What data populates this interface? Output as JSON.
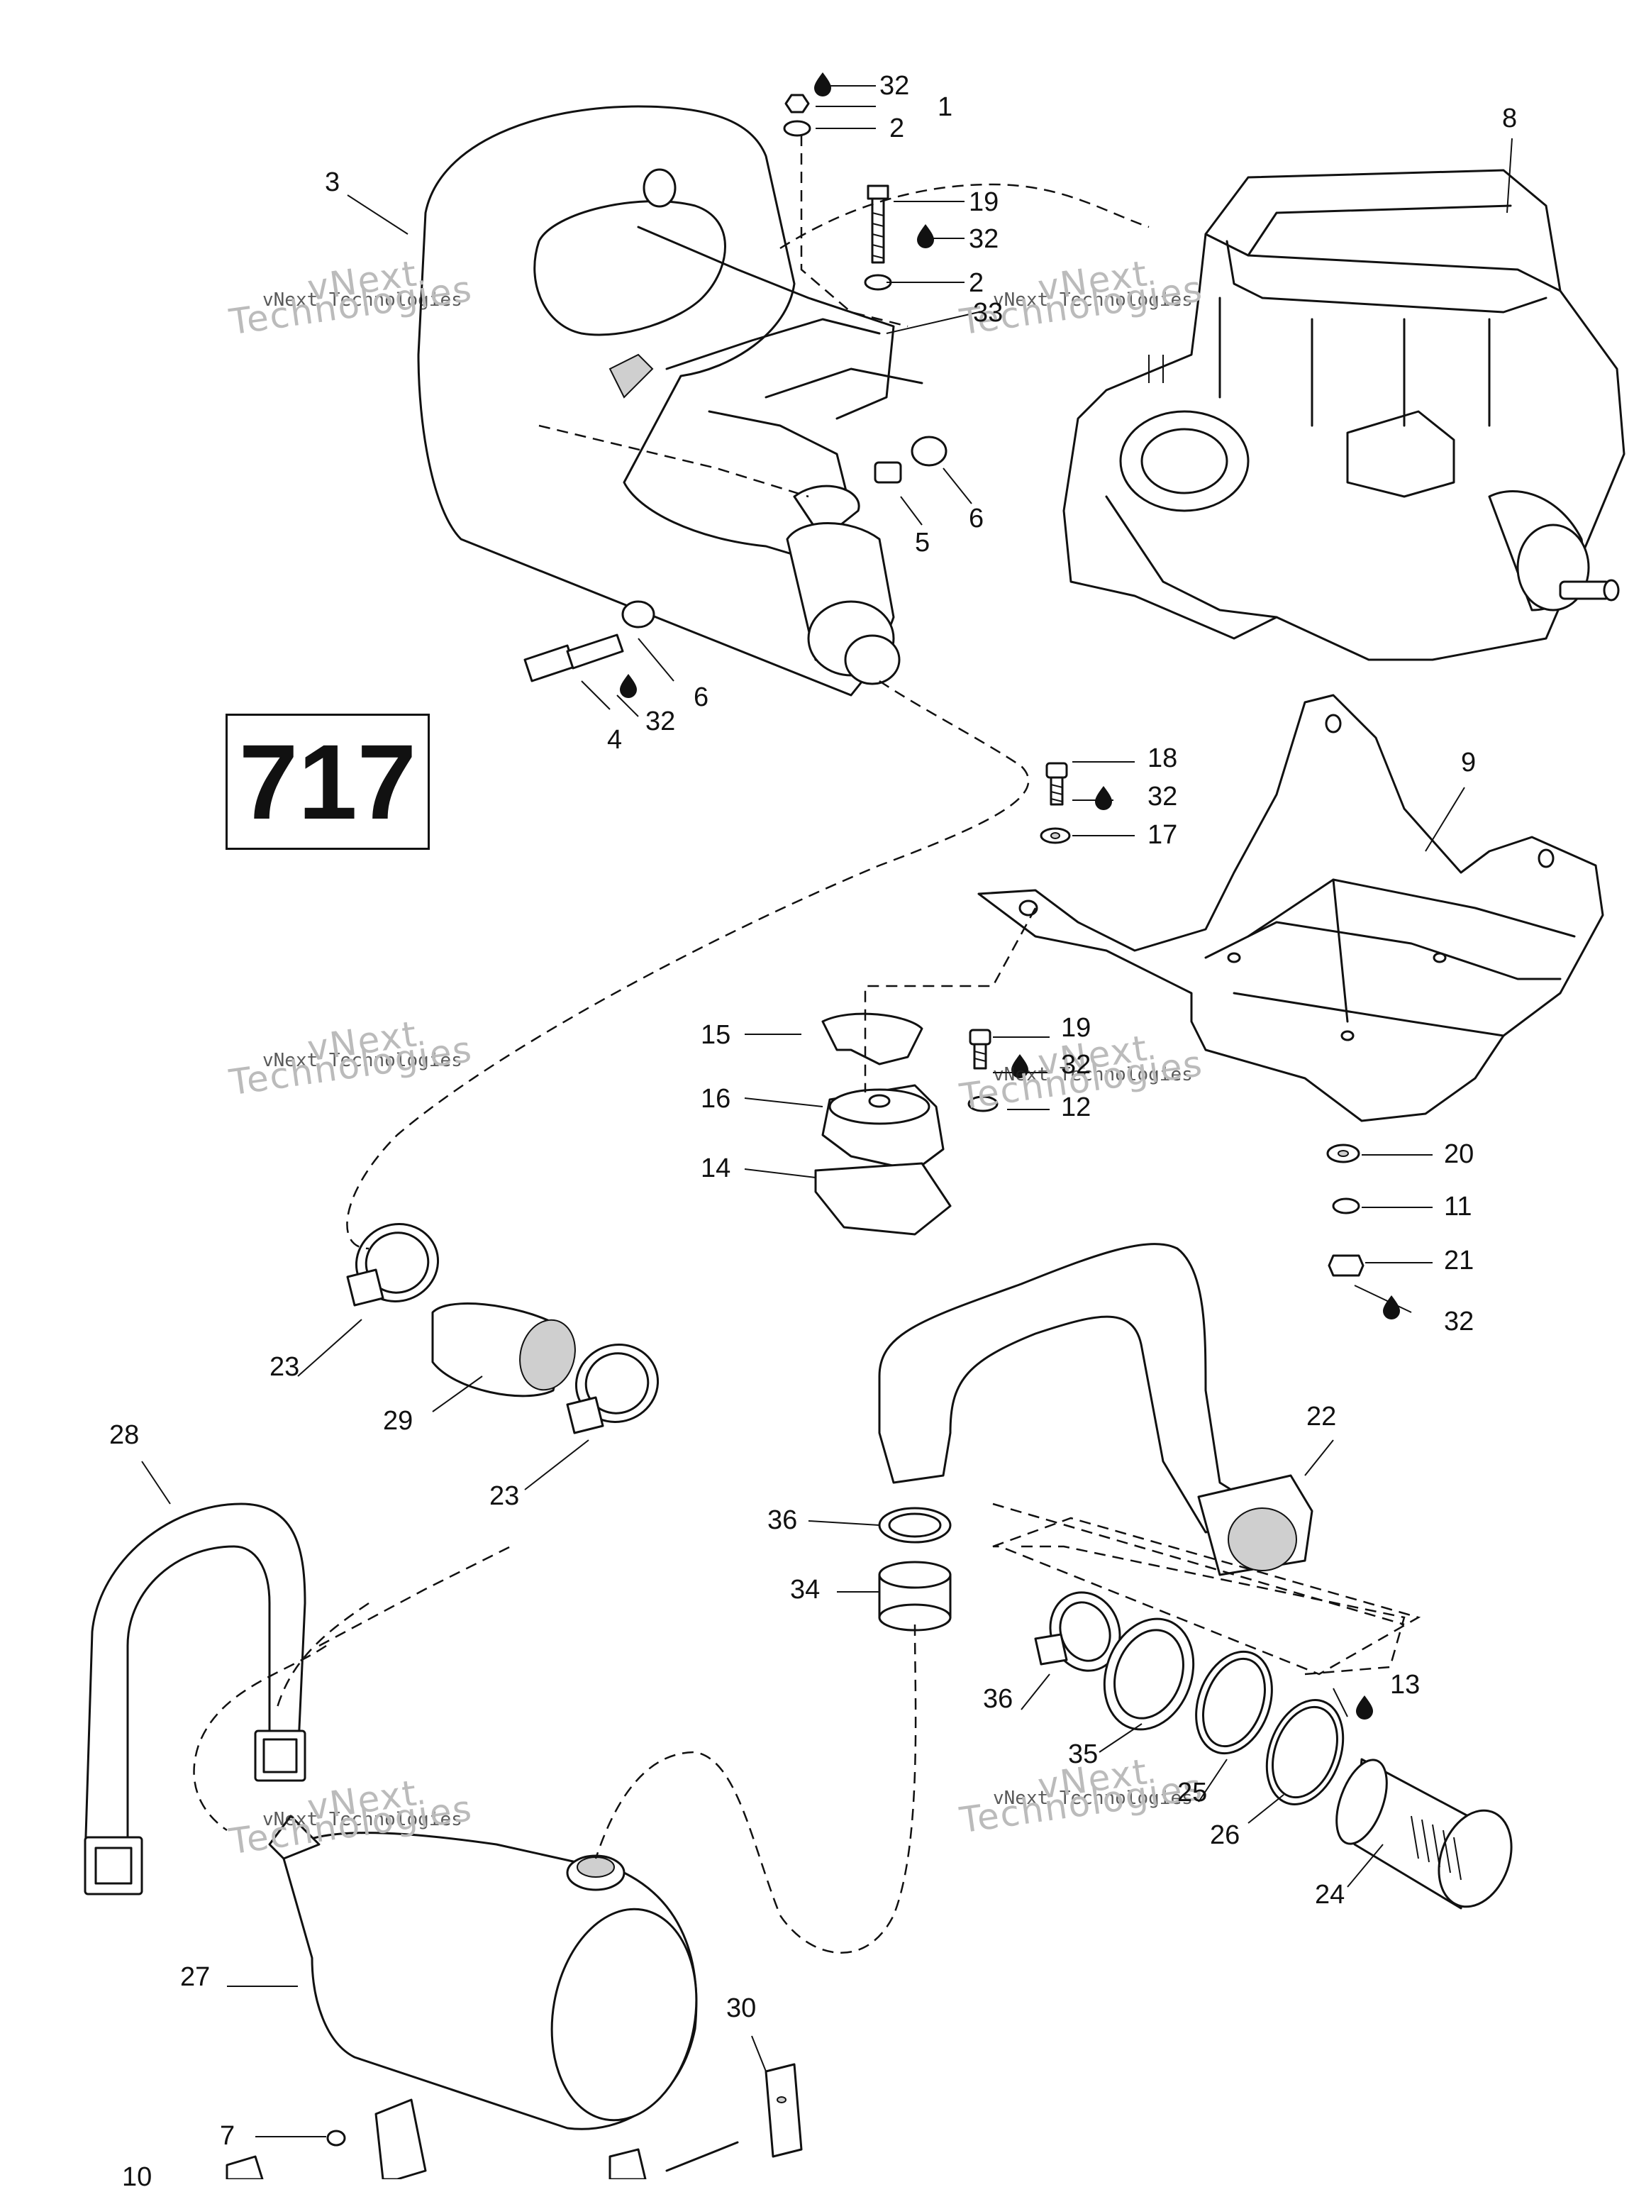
{
  "model_code": "717",
  "watermark": {
    "line1": "vNext Technologies",
    "line2": "vNext",
    "line3": "Technologies"
  },
  "part_labels": {
    "p1": "1",
    "p2a": "2",
    "p2b": "2",
    "p3": "3",
    "p4": "4",
    "p5": "5",
    "p6a": "6",
    "p6b": "6",
    "p7": "7",
    "p8": "8",
    "p9": "9",
    "p10": "10",
    "p11": "11",
    "p12": "12",
    "p13": "13",
    "p14": "14",
    "p15": "15",
    "p16": "16",
    "p17": "17",
    "p18": "18",
    "p19a": "19",
    "p19b": "19",
    "p20": "20",
    "p21": "21",
    "p22": "22",
    "p23a": "23",
    "p23b": "23",
    "p24": "24",
    "p25": "25",
    "p26": "26",
    "p27": "27",
    "p28": "28",
    "p29": "29",
    "p30": "30",
    "p32a": "32",
    "p32b": "32",
    "p32c": "32",
    "p32d": "32",
    "p32e": "32",
    "p32f": "32",
    "p33": "33",
    "p34": "34",
    "p35": "35",
    "p36a": "36",
    "p36b": "36"
  },
  "icons": {
    "lubricant": "oil-drop-icon"
  }
}
